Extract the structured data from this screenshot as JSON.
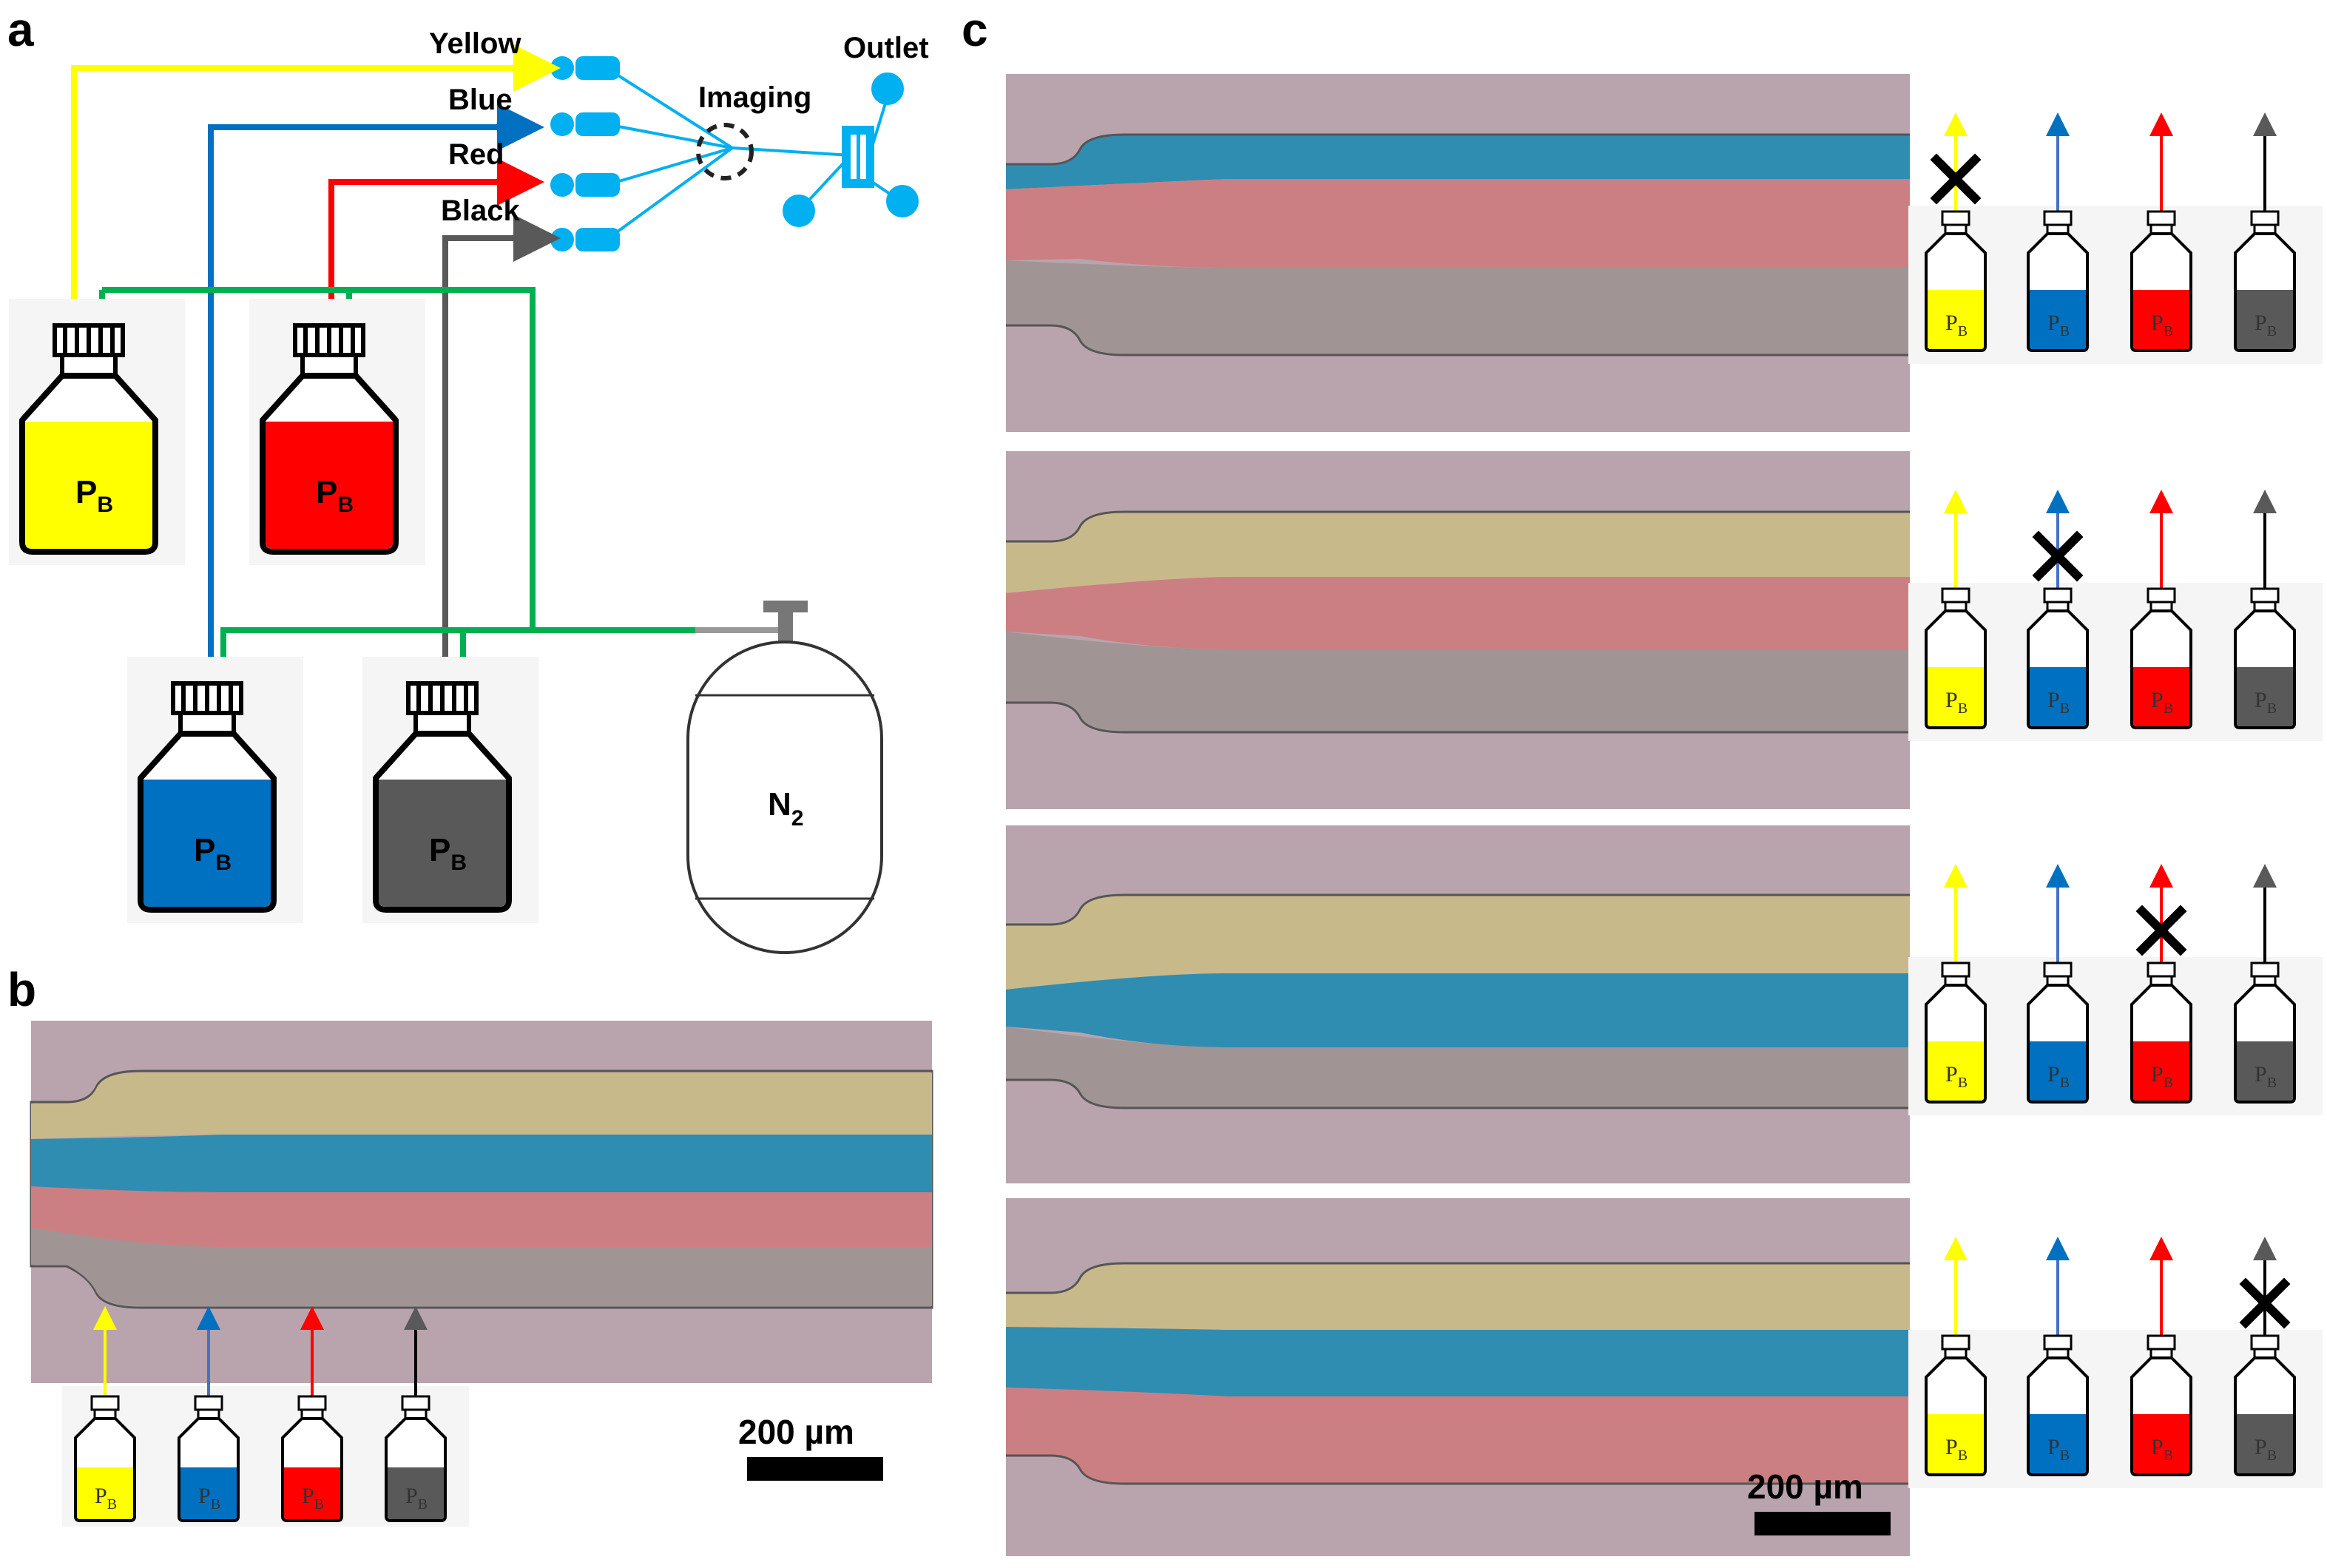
{
  "panels": {
    "a": "a",
    "b": "b",
    "c": "c"
  },
  "schematic": {
    "inputs": [
      "Yellow",
      "Blue",
      "Red",
      "Black"
    ],
    "imaging": "Imaging",
    "outlet": "Outlet",
    "gas": {
      "main": "N",
      "sub": "2"
    }
  },
  "bottle": {
    "main": "P",
    "sub": "B"
  },
  "colors": {
    "yellow": "#ffff00",
    "blue": "#0070c0",
    "red": "#ff0000",
    "black": "#595959",
    "gas_line": "#00b050",
    "chip": "#00b0f0",
    "channel_bg": "#b9a4ad",
    "stream_yellow": "#c8b98a",
    "stream_blue": "#2f8db2",
    "stream_red": "#cc7f83",
    "stream_black": "#a09494"
  },
  "scalebar": "200 µm",
  "panel_c_disabled": [
    "yellow",
    "blue",
    "red",
    "black"
  ]
}
